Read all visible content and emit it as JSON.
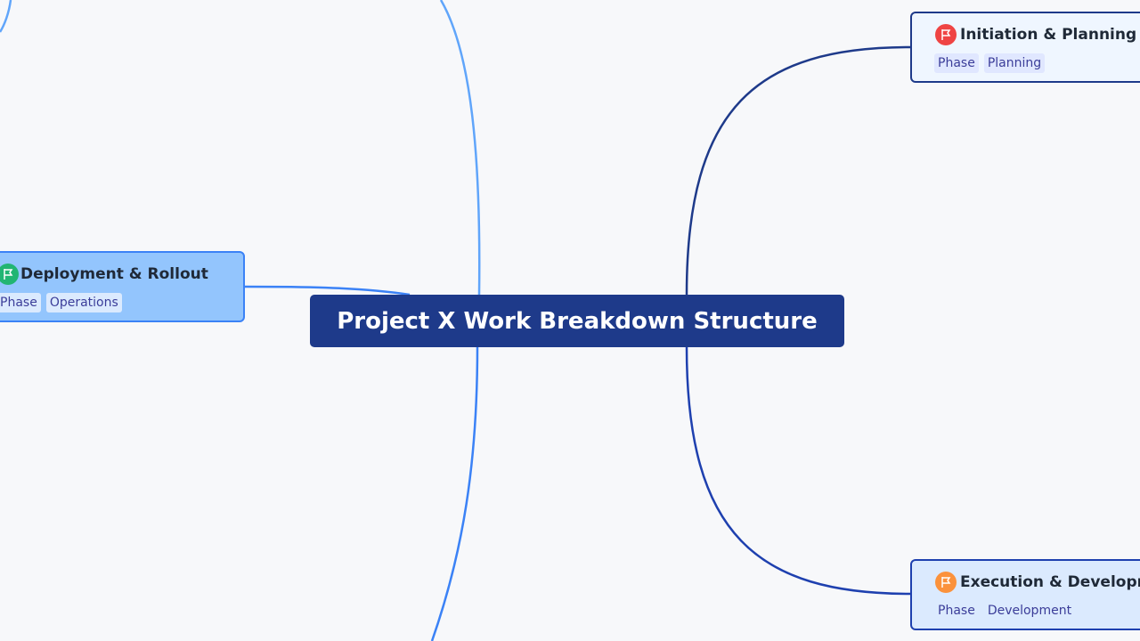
{
  "diagram": {
    "root": {
      "label": "Project X Work Breakdown Structure"
    },
    "nodes": [
      {
        "id": "deploy",
        "title": "Deployment & Rollout",
        "icon": "flag-icon",
        "icon_color": "#22b573",
        "tags": [
          "Phase",
          "Operations"
        ]
      },
      {
        "id": "init",
        "title": "Initiation & Planning",
        "icon": "flag-icon",
        "icon_color": "#ef4444",
        "tags": [
          "Phase",
          "Planning"
        ]
      },
      {
        "id": "exec",
        "title": "Execution & Development",
        "icon": "flag-icon",
        "icon_color": "#fb923c",
        "tags": [
          "Phase",
          "Development"
        ]
      }
    ],
    "edges": [
      {
        "from": "root",
        "to": "deploy",
        "color": "#3b82f6"
      },
      {
        "from": "root",
        "to": "init",
        "color": "#1e3a8a"
      },
      {
        "from": "root",
        "to": "exec",
        "color": "#1e40af"
      },
      {
        "from": "root",
        "to": "offscreen-top",
        "color": "#60a5fa"
      },
      {
        "from": "root",
        "to": "offscreen-bottom",
        "color": "#3b82f6"
      }
    ]
  }
}
